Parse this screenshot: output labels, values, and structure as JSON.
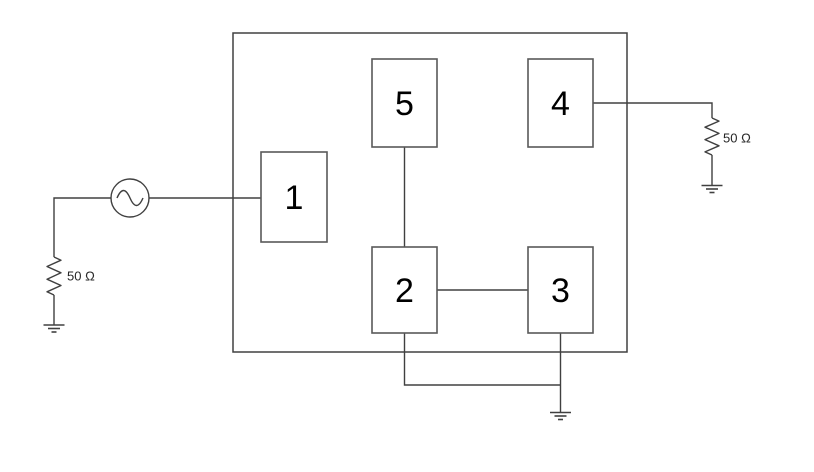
{
  "diagram": {
    "kind": "circuit-block-diagram",
    "blocks": [
      {
        "label": "1"
      },
      {
        "label": "2"
      },
      {
        "label": "3"
      },
      {
        "label": "4"
      },
      {
        "label": "5"
      }
    ],
    "source": {
      "icon": "ac-sine-source"
    },
    "resistors": [
      {
        "id": "input",
        "label": "50 Ω",
        "icon": "resistor-zigzag"
      },
      {
        "id": "output",
        "label": "50 Ω",
        "icon": "resistor-zigzag"
      }
    ],
    "grounds": [
      {
        "id": "input",
        "icon": "ground"
      },
      {
        "id": "output",
        "icon": "ground"
      },
      {
        "id": "common",
        "icon": "ground"
      }
    ],
    "colors": {
      "wire": "#404040",
      "block_border": "#595959",
      "block_fill": "#ffffff",
      "text": "#000000",
      "resistor_label": "#262626",
      "background": "#ffffff"
    }
  }
}
